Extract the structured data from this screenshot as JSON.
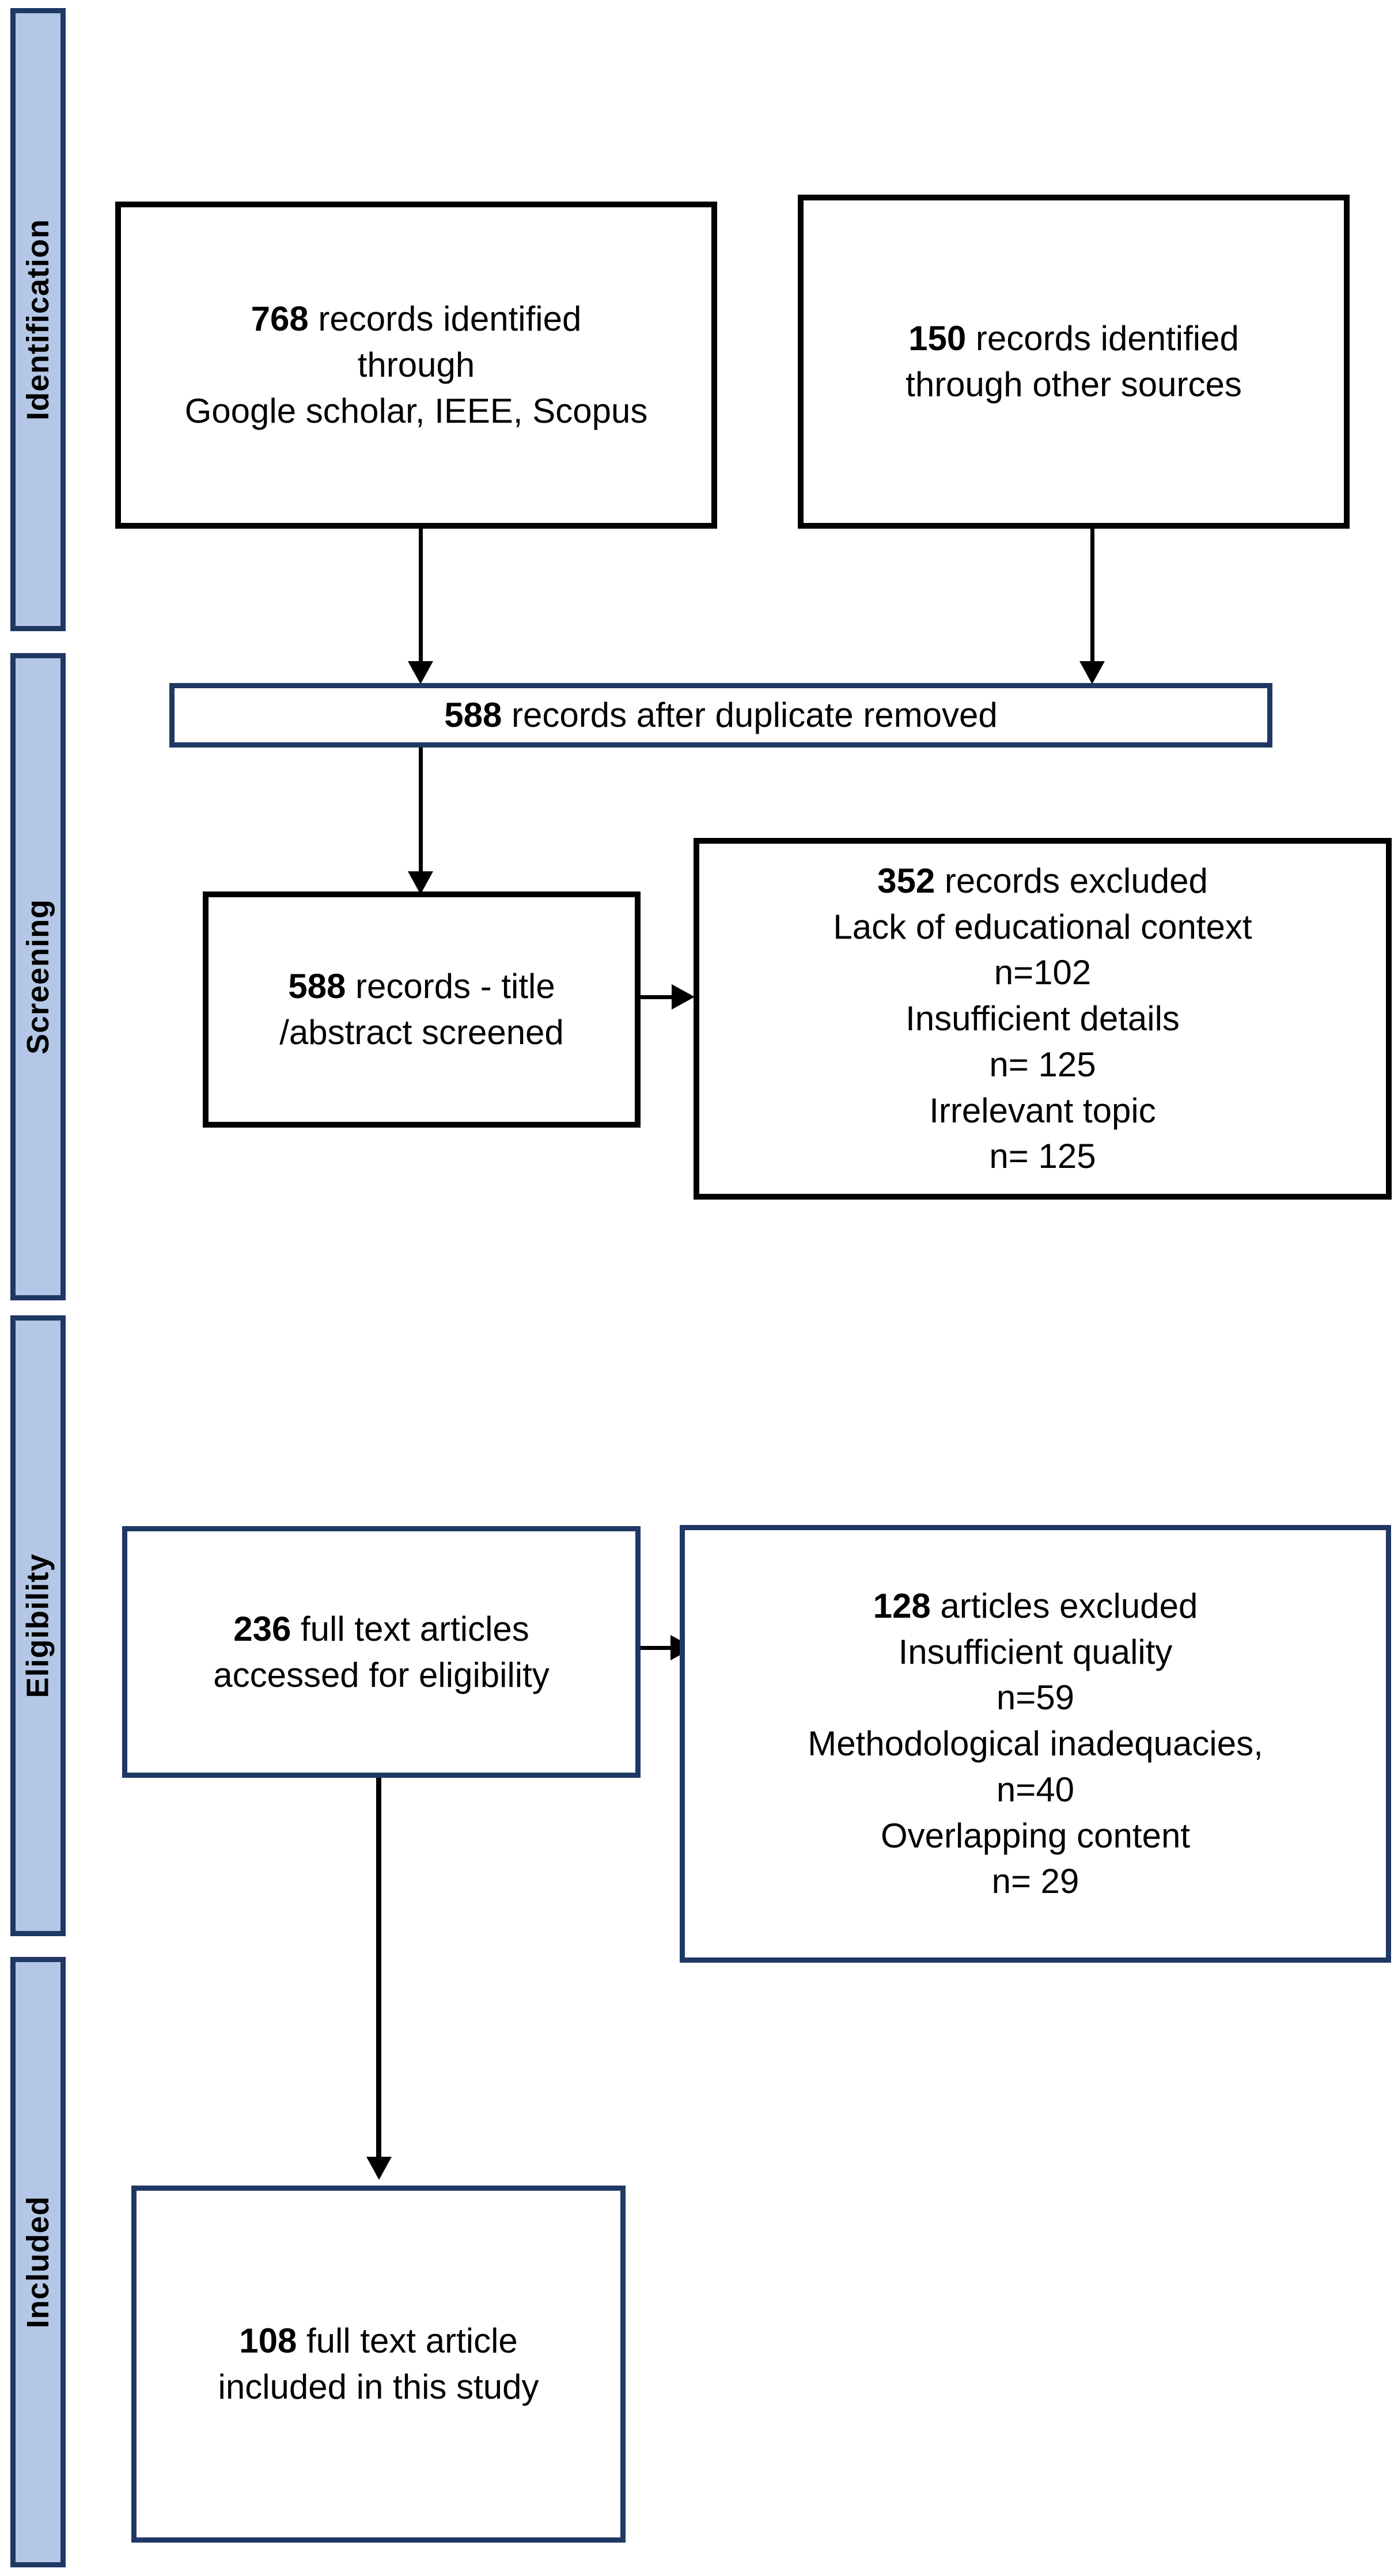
{
  "diagram": {
    "type": "prisma-flow-diagram",
    "accent_color": "#1F3864",
    "stage_bar_fill": "#B4C7E7",
    "box_border_black": "#000000",
    "box_border_navy": "#1F3864"
  },
  "stages": [
    {
      "label": "Identification"
    },
    {
      "label": "Screening"
    },
    {
      "label": "Eligibility"
    },
    {
      "label": "Included"
    }
  ],
  "boxes": {
    "identified_databases": {
      "count": "768",
      "line1_rest": " records identified",
      "line2": "through",
      "line3": "Google scholar, IEEE,  Scopus"
    },
    "identified_other": {
      "count": "150",
      "line1_rest": " records identified",
      "line2": "through other sources"
    },
    "after_duplicates": {
      "count": "588",
      "line1_rest": " records after duplicate removed"
    },
    "title_abstract_screened": {
      "count": "588",
      "line1_rest": " records - title",
      "line2": "/abstract screened"
    },
    "records_excluded": {
      "count": "352",
      "line1_rest": " records excluded",
      "line2": "Lack of educational context",
      "line3": "n=102",
      "line4": "Insufficient details",
      "line5": "n= 125",
      "line6": "Irrelevant topic",
      "line7": "n= 125"
    },
    "full_text_assessed": {
      "count": "236",
      "line1_rest": " full text articles",
      "line2": "accessed for eligibility"
    },
    "articles_excluded": {
      "count": "128",
      "line1_rest": " articles excluded",
      "line2": "Insufficient quality",
      "line3": "n=59",
      "line4": "Methodological inadequacies,",
      "line5": "n=40",
      "line6": "Overlapping content",
      "line7": "n= 29"
    },
    "included_final": {
      "count": "108",
      "line1_rest": " full text article",
      "line2": "included in this study"
    }
  },
  "chart_data": {
    "type": "table",
    "title": "PRISMA flow of study selection",
    "stages": [
      "Identification",
      "Screening",
      "Eligibility",
      "Included"
    ],
    "nodes": [
      {
        "stage": "Identification",
        "label": "records identified through Google scholar, IEEE,  Scopus",
        "n": 768
      },
      {
        "stage": "Identification",
        "label": "records identified through other sources",
        "n": 150
      },
      {
        "stage": "Screening",
        "label": "records after duplicate removed",
        "n": 588
      },
      {
        "stage": "Screening",
        "label": "records - title /abstract screened",
        "n": 588
      },
      {
        "stage": "Screening",
        "label": "records excluded",
        "n": 352,
        "reasons": [
          {
            "reason": "Lack of educational context",
            "n": 102
          },
          {
            "reason": "Insufficient details",
            "n": 125
          },
          {
            "reason": "Irrelevant topic",
            "n": 125
          }
        ]
      },
      {
        "stage": "Eligibility",
        "label": "full text articles accessed for eligibility",
        "n": 236
      },
      {
        "stage": "Eligibility",
        "label": "articles excluded",
        "n": 128,
        "reasons": [
          {
            "reason": "Insufficient quality",
            "n": 59
          },
          {
            "reason": "Methodological inadequacies,",
            "n": 40
          },
          {
            "reason": "Overlapping content",
            "n": 29
          }
        ]
      },
      {
        "stage": "Included",
        "label": "full text article included in this study",
        "n": 108
      }
    ]
  }
}
